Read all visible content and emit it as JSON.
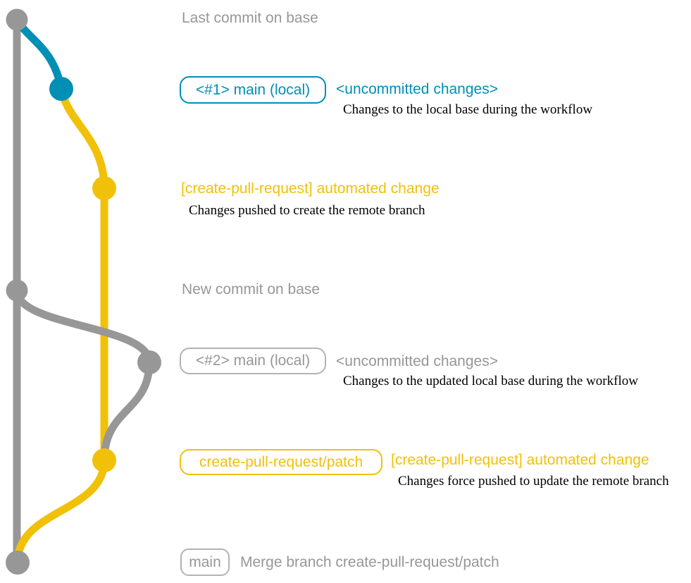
{
  "colors": {
    "base_gray": "#979797",
    "main_blue": "#008fb5",
    "patch_yellow": "#f1c109",
    "note_black": "#000000",
    "background": "#ffffff"
  },
  "rows": {
    "r1": {
      "message": "Last commit on base"
    },
    "r2": {
      "label": "<#1> main (local)",
      "status": "<uncommitted changes>",
      "note": "Changes to the local base during the workflow"
    },
    "r3": {
      "message": "[create-pull-request] automated change",
      "note": "Changes pushed to create the remote branch"
    },
    "r4": {
      "message": "New commit on base"
    },
    "r5": {
      "label": "<#2> main (local)",
      "status": "<uncommitted changes>",
      "note": "Changes to the updated local base during the workflow"
    },
    "r6": {
      "label": "create-pull-request/patch",
      "message": "[create-pull-request] automated change",
      "note": "Changes force pushed to update the remote branch"
    },
    "r7": {
      "label": "main",
      "message": "Merge branch create-pull-request/patch"
    }
  }
}
